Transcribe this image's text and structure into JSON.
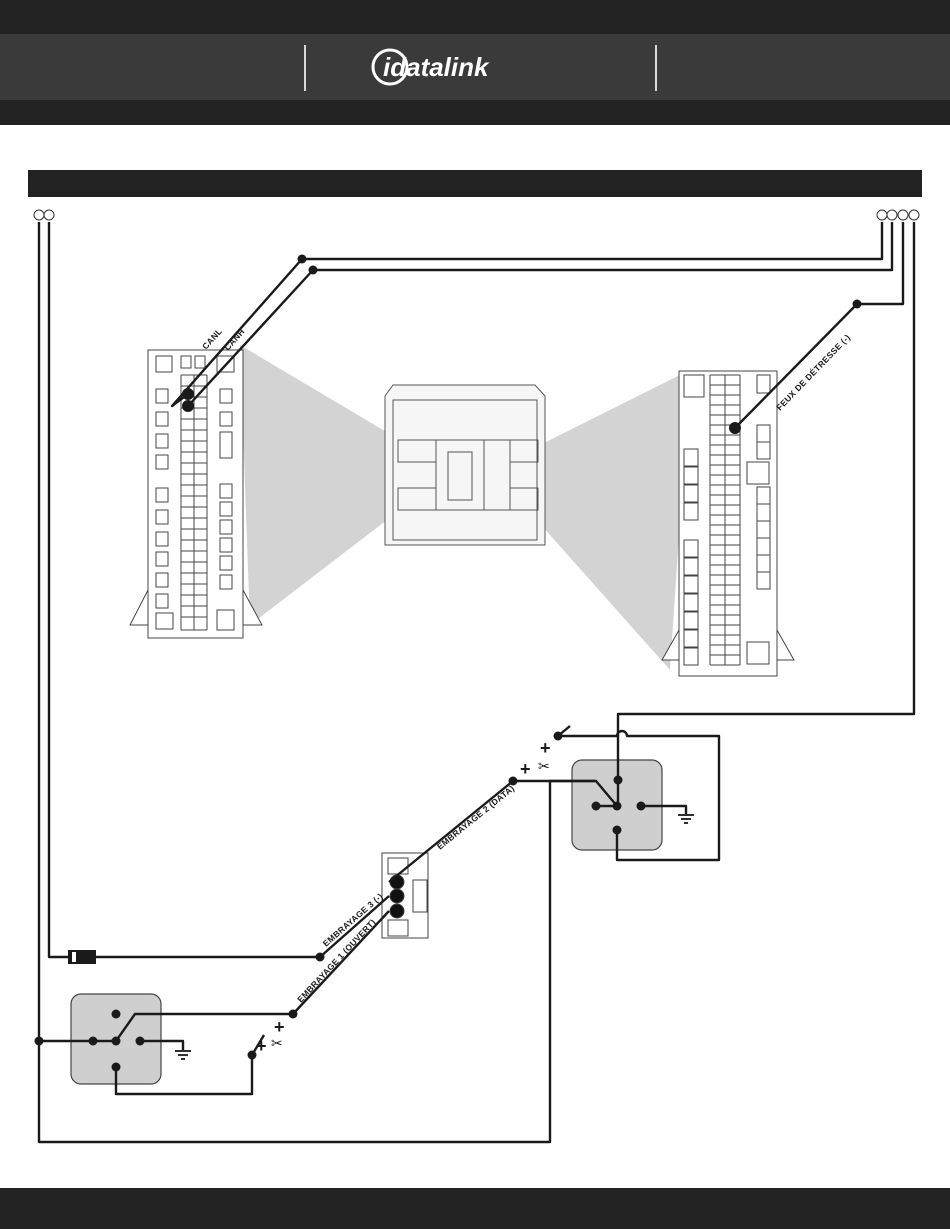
{
  "header": {
    "brand": "idatalink",
    "logo_icon": "idatalink-logo"
  },
  "title_bar": {
    "text": ""
  },
  "labels": {
    "canl": "CANL",
    "canh": "CANH",
    "hazard": "FEUX DE DÉTRESSE (-)",
    "clutch2": "EMBRAYAGE 2 (DATA)",
    "clutch3": "EMBRAYAGE 3 (-)",
    "clutch1": "EMBRAYAGE 1 (OUVERT)"
  },
  "symbols": {
    "plus": "+",
    "cut": "✂",
    "ground_icon": "ground-icon",
    "relay_icon": "relay-icon",
    "diode_icon": "diode-icon"
  },
  "colors": {
    "header_dark": "#222223",
    "header_mid": "#3a3a3b",
    "wire": "#1a1a1a",
    "relay_fill": "#cfcfcf",
    "fan_fill": "#d3d3d3"
  }
}
